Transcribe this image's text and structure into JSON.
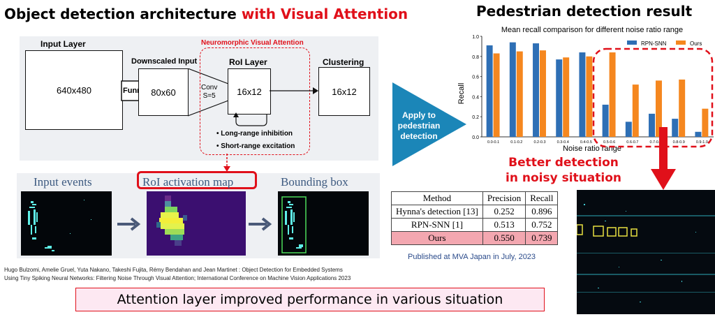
{
  "left_title": {
    "part1": "Object detection architecture ",
    "part2": "with Visual Attention"
  },
  "right_title": "Pedestrian detection result",
  "arch": {
    "input_layer_label": "Input Layer",
    "input_layer_size": "640x480",
    "funnelling": "Funnelling",
    "downscaled_label": "Downscaled Input",
    "downscaled_size": "80x60",
    "nva_label": "Neuromorphic Visual Attention",
    "conv": "Conv",
    "stride": "S=5",
    "roi_label": "RoI Layer",
    "roi_size": "16x12",
    "clustering_label": "Clustering",
    "clustering_size": "16x12",
    "bullet1": "Long-range inhibition",
    "bullet2": "Short-range excitation"
  },
  "panels": {
    "input_events": "Input events",
    "roi_map": "RoI activation map",
    "bounding_box": "Bounding box"
  },
  "reference": {
    "line1": "Hugo Bulzomi, Amelie Gruel, Yuta Nakano, Takeshi Fujita, Rémy Bendahan and Jean Martinet : Object Detection for Embedded Systems",
    "line2": "Using Tiny Spiking Neural Networks: Filtering Noise Through Visual Attention; International Conference on Machine Vision Applications 2023"
  },
  "bottom_banner": "Attention layer improved performance in various situation",
  "apply_arrow": {
    "line1": "Apply to",
    "line2": "pedestrian",
    "line3": "detection"
  },
  "better_detection": {
    "line1": "Better detection",
    "line2": "in noisy situation"
  },
  "table": {
    "headers": [
      "Method",
      "Precision",
      "Recall"
    ],
    "rows": [
      [
        "Hynna's detection [13]",
        "0.252",
        "0.896"
      ],
      [
        "RPN-SNN [1]",
        "0.513",
        "0.752"
      ],
      [
        "Ours",
        "0.550",
        "0.739"
      ]
    ]
  },
  "published": "Published at MVA Japan in July, 2023",
  "colors": {
    "accent_red": "#e0101a",
    "rpn": "#2e6fb5",
    "ours": "#f5871f",
    "arrow_blue": "#1b86b8"
  },
  "chart_data": {
    "type": "bar",
    "title": "Mean recall comparison for different noise ratio range",
    "xlabel": "Noise ratio range",
    "ylabel": "Recall",
    "ylim": [
      0,
      1
    ],
    "yticks": [
      "0.0",
      "0.2",
      "0.4",
      "0.6",
      "0.8",
      "1.0"
    ],
    "categories": [
      "0.0-0.1",
      "0.1-0.2",
      "0.2-0.3",
      "0.3-0.4",
      "0.4-0.5",
      "0.5-0.6",
      "0.6-0.7",
      "0.7-0.8",
      "0.8-0.9",
      "0.9-1.0"
    ],
    "series": [
      {
        "name": "RPN-SNN",
        "values": [
          0.91,
          0.94,
          0.93,
          0.77,
          0.84,
          0.32,
          0.15,
          0.23,
          0.18,
          0.05
        ]
      },
      {
        "name": "Ours",
        "values": [
          0.83,
          0.85,
          0.86,
          0.79,
          0.8,
          0.84,
          0.52,
          0.56,
          0.57,
          0.28
        ]
      }
    ],
    "legend": "top-right",
    "grid": false
  }
}
